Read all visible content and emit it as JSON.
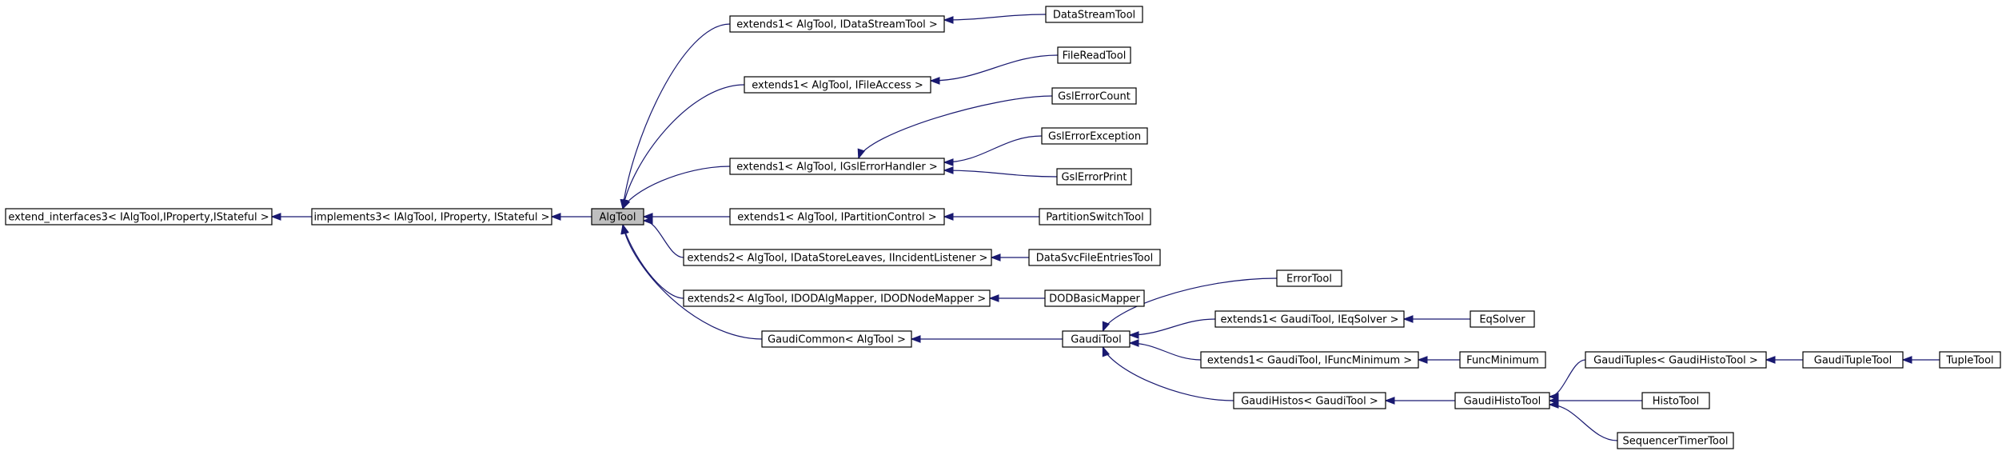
{
  "nodes": [
    {
      "id": "extend_interfaces3",
      "label": "extend_interfaces3< IAlgTool,IProperty,IStateful >"
    },
    {
      "id": "implements3",
      "label": "implements3< IAlgTool, IProperty, IStateful >"
    },
    {
      "id": "AlgTool",
      "label": "AlgTool"
    },
    {
      "id": "ext_datastream",
      "label": "extends1< AlgTool, IDataStreamTool >"
    },
    {
      "id": "ext_fileaccess",
      "label": "extends1< AlgTool, IFileAccess >"
    },
    {
      "id": "ext_gslerror",
      "label": "extends1< AlgTool, IGslErrorHandler >"
    },
    {
      "id": "ext_partition",
      "label": "extends1< AlgTool, IPartitionControl >"
    },
    {
      "id": "ext_datastore",
      "label": "extends2< AlgTool, IDataStoreLeaves, IIncidentListener >"
    },
    {
      "id": "ext_dod",
      "label": "extends2< AlgTool, IDODAlgMapper, IDODNodeMapper >"
    },
    {
      "id": "gaudicommon",
      "label": "GaudiCommon< AlgTool >"
    },
    {
      "id": "DataStreamTool",
      "label": "DataStreamTool"
    },
    {
      "id": "FileReadTool",
      "label": "FileReadTool"
    },
    {
      "id": "GslErrorCount",
      "label": "GslErrorCount"
    },
    {
      "id": "GslErrorException",
      "label": "GslErrorException"
    },
    {
      "id": "GslErrorPrint",
      "label": "GslErrorPrint"
    },
    {
      "id": "PartitionSwitchTool",
      "label": "PartitionSwitchTool"
    },
    {
      "id": "DataSvcFileEntriesTool",
      "label": "DataSvcFileEntriesTool"
    },
    {
      "id": "DODBasicMapper",
      "label": "DODBasicMapper"
    },
    {
      "id": "GaudiTool",
      "label": "GaudiTool"
    },
    {
      "id": "ErrorTool",
      "label": "ErrorTool"
    },
    {
      "id": "ext_eqsolver",
      "label": "extends1< GaudiTool, IEqSolver >"
    },
    {
      "id": "ext_funcmin",
      "label": "extends1< GaudiTool, IFuncMinimum >"
    },
    {
      "id": "gaudihistos",
      "label": "GaudiHistos< GaudiTool >"
    },
    {
      "id": "EqSolver",
      "label": "EqSolver"
    },
    {
      "id": "FuncMinimum",
      "label": "FuncMinimum"
    },
    {
      "id": "GaudiHistoTool",
      "label": "GaudiHistoTool"
    },
    {
      "id": "gaudituples",
      "label": "GaudiTuples< GaudiHistoTool >"
    },
    {
      "id": "HistoTool",
      "label": "HistoTool"
    },
    {
      "id": "SequencerTimerTool",
      "label": "SequencerTimerTool"
    },
    {
      "id": "GaudiTupleTool",
      "label": "GaudiTupleTool"
    },
    {
      "id": "TupleTool",
      "label": "TupleTool"
    }
  ],
  "edges": [
    {
      "from": "implements3",
      "to": "extend_interfaces3"
    },
    {
      "from": "AlgTool",
      "to": "implements3"
    },
    {
      "from": "ext_datastream",
      "to": "AlgTool"
    },
    {
      "from": "ext_fileaccess",
      "to": "AlgTool"
    },
    {
      "from": "ext_gslerror",
      "to": "AlgTool"
    },
    {
      "from": "ext_partition",
      "to": "AlgTool"
    },
    {
      "from": "ext_datastore",
      "to": "AlgTool"
    },
    {
      "from": "ext_dod",
      "to": "AlgTool"
    },
    {
      "from": "gaudicommon",
      "to": "AlgTool"
    },
    {
      "from": "DataStreamTool",
      "to": "ext_datastream"
    },
    {
      "from": "FileReadTool",
      "to": "ext_fileaccess"
    },
    {
      "from": "GslErrorCount",
      "to": "ext_gslerror"
    },
    {
      "from": "GslErrorException",
      "to": "ext_gslerror"
    },
    {
      "from": "GslErrorPrint",
      "to": "ext_gslerror"
    },
    {
      "from": "PartitionSwitchTool",
      "to": "ext_partition"
    },
    {
      "from": "DataSvcFileEntriesTool",
      "to": "ext_datastore"
    },
    {
      "from": "DODBasicMapper",
      "to": "ext_dod"
    },
    {
      "from": "GaudiTool",
      "to": "gaudicommon"
    },
    {
      "from": "ErrorTool",
      "to": "GaudiTool"
    },
    {
      "from": "ext_eqsolver",
      "to": "GaudiTool"
    },
    {
      "from": "ext_funcmin",
      "to": "GaudiTool"
    },
    {
      "from": "gaudihistos",
      "to": "GaudiTool"
    },
    {
      "from": "EqSolver",
      "to": "ext_eqsolver"
    },
    {
      "from": "FuncMinimum",
      "to": "ext_funcmin"
    },
    {
      "from": "GaudiHistoTool",
      "to": "gaudihistos"
    },
    {
      "from": "gaudituples",
      "to": "GaudiHistoTool"
    },
    {
      "from": "HistoTool",
      "to": "GaudiHistoTool"
    },
    {
      "from": "SequencerTimerTool",
      "to": "GaudiHistoTool"
    },
    {
      "from": "GaudiTupleTool",
      "to": "gaudituples"
    },
    {
      "from": "TupleTool",
      "to": "GaudiTupleTool"
    }
  ],
  "colors": {
    "edge": "#191970",
    "current_node_fill": "#bfbfbf",
    "node_fill": "#ffffff",
    "node_stroke": "#000000"
  },
  "current_node": "AlgTool"
}
